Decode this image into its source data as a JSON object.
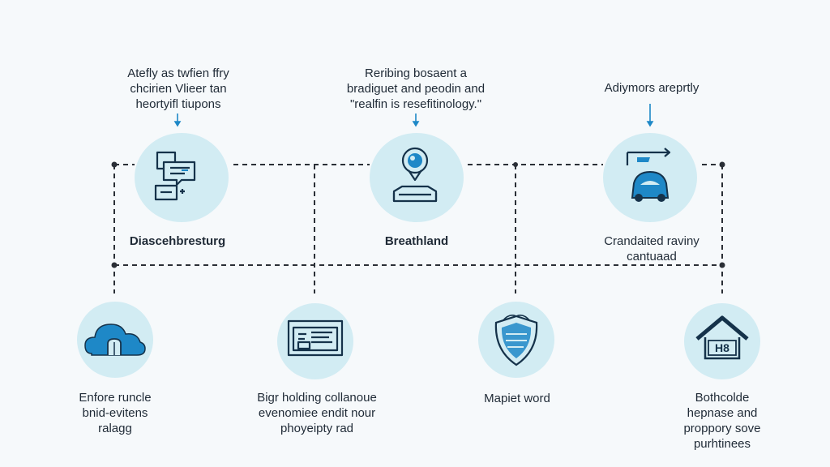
{
  "colors": {
    "circle_fill": "#d2ecf3",
    "icon_stroke": "#15324a",
    "accent_blue": "#1e88c7",
    "line_color": "#2a2f36",
    "background": "#f6f9fb"
  },
  "top_nodes": [
    {
      "icon": "chat-bubbles-icon",
      "title": "Diascehbresturg",
      "caption": [
        "Atefly as twfien ffry",
        "chcirien Vlieer tan",
        "heortyifl tiupons"
      ]
    },
    {
      "icon": "lightbulb-icon",
      "title": "Breathland",
      "caption": [
        "Reribing bosaent a",
        "bradiguet and peodin and",
        "\"realfin is resefitinology.\""
      ]
    },
    {
      "icon": "car-arrow-icon",
      "title": [
        "Crandaited raviny",
        "cantuaad"
      ],
      "caption": [
        "Adiymors areprtly"
      ]
    }
  ],
  "bottom_nodes": [
    {
      "icon": "cloud-icon",
      "caption": [
        "Enfore runcle",
        "bnid-evitens",
        "ralagg"
      ]
    },
    {
      "icon": "document-screen-icon",
      "caption": [
        "Bigr holding collanoue",
        "evenomiee endit nour",
        "phoyeipty rad"
      ]
    },
    {
      "icon": "shield-icon",
      "caption": [
        "Mapiet word"
      ]
    },
    {
      "icon": "house-icon",
      "icon_text": "H8",
      "caption": [
        "Bothcolde",
        "hepnase and",
        "proppory sove",
        "purhtinees"
      ]
    }
  ]
}
